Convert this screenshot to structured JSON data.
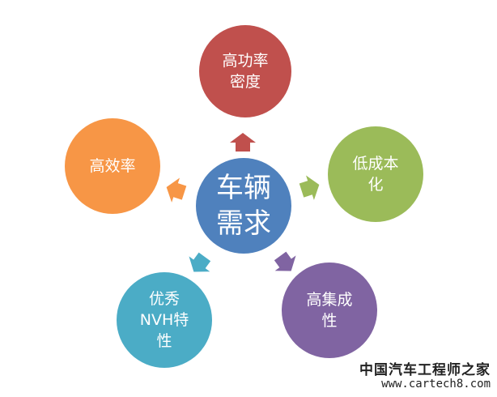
{
  "center": {
    "label": "车辆需求",
    "color": "#4f81bd"
  },
  "nodes": [
    {
      "label": "高功率密度",
      "color": "#c0504d"
    },
    {
      "label": "低成本化",
      "color": "#9bbb59"
    },
    {
      "label": "高集成性",
      "color": "#8064a2"
    },
    {
      "label": "优秀NVH特性",
      "color": "#4bacc6"
    },
    {
      "label": "高效率",
      "color": "#f79646"
    }
  ],
  "watermark": {
    "cn": "中国汽车工程师之家",
    "url": "www.cartech8.com"
  }
}
